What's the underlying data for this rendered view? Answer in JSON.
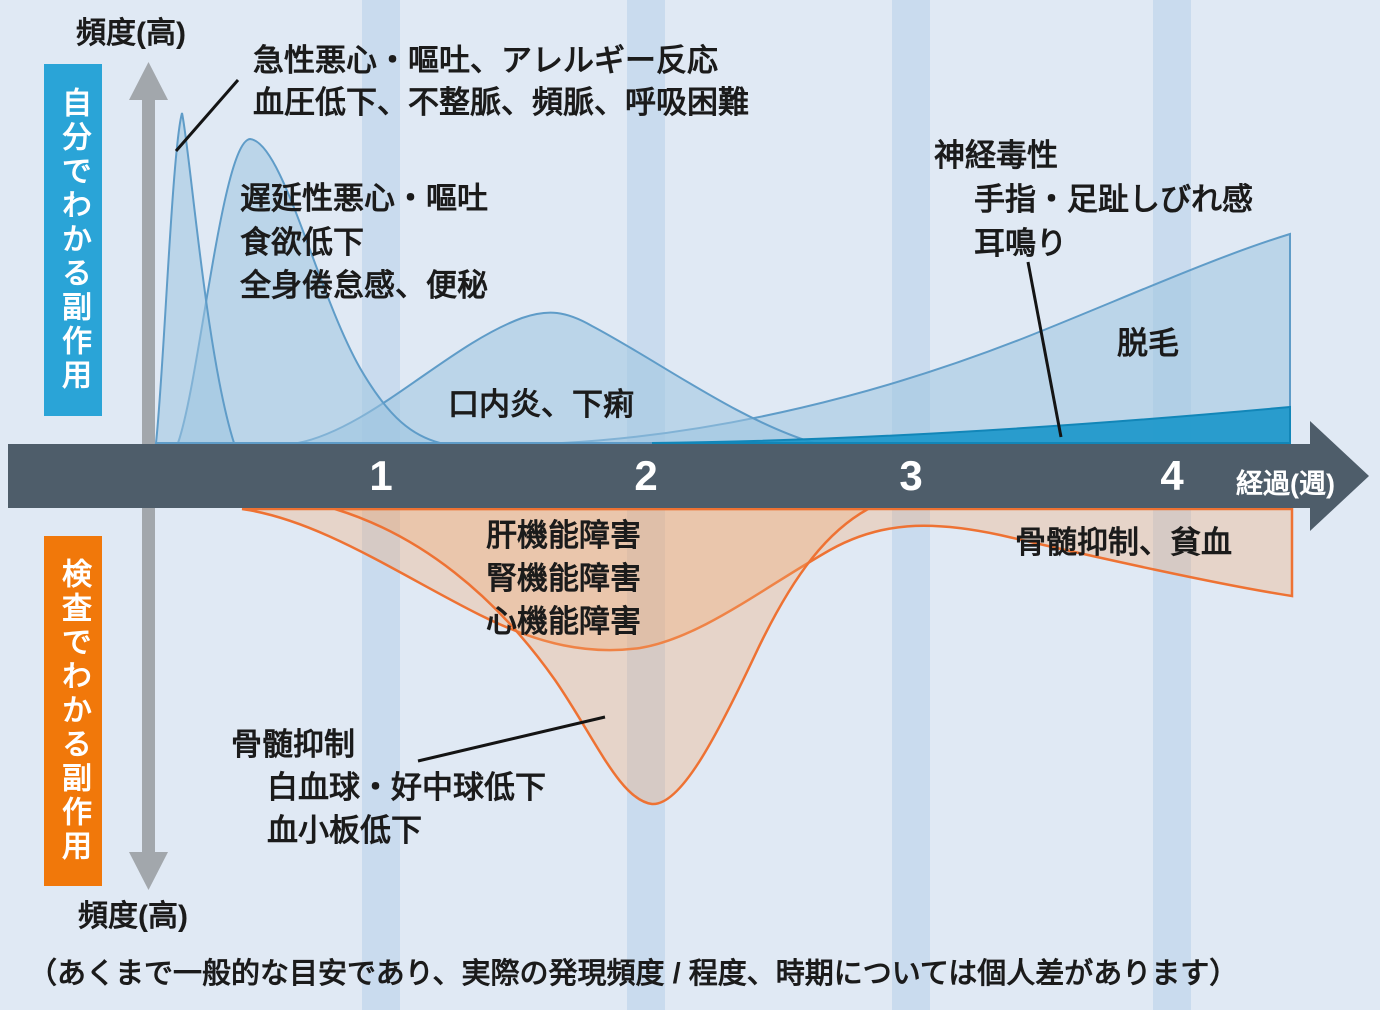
{
  "axis": {
    "ticks": [
      "1",
      "2",
      "3",
      "4"
    ],
    "x_label": "経過(週)",
    "freq_label_top": "頻度(高)",
    "freq_label_bottom": "頻度(高)"
  },
  "panels": {
    "self_label": "自分でわかる副作用",
    "test_label": "検査でわかる副作用"
  },
  "annotations": {
    "acute": {
      "line1": "急性悪心・嘔吐、アレルギー反応",
      "line2": "血圧低下、不整脈、頻脈、呼吸困難"
    },
    "delayed": {
      "line1": "遅延性悪心・嘔吐",
      "line2": "食欲低下",
      "line3": "全身倦怠感、便秘"
    },
    "stomatitis_diarrhea": "口内炎、下痢",
    "neurotoxicity": {
      "line1": "神経毒性",
      "line2": "手指・足趾しびれ感",
      "line3": "耳鳴り"
    },
    "hair_loss": "脱毛",
    "organ": {
      "line1": "肝機能障害",
      "line2": "腎機能障害",
      "line3": "心機能障害"
    },
    "marrow_anemia": "骨髄抑制、貧血",
    "marrow": {
      "line1": "骨髄抑制",
      "line2": "白血球・好中球低下",
      "line3": "血小板低下"
    }
  },
  "footer_note": "（あくまで一般的な目安であり、実際の発現頻度 / 程度、時期については個人差があります）",
  "colors": {
    "background": "#e0e9f4",
    "stripe": "#c9dbee",
    "axis_bar": "#4e5d6a",
    "self_box": "#2aa4d7",
    "test_box": "#f1780a",
    "curve_blue_stroke": "#5f9cc8",
    "curve_blue_fill": "#9cc4e0",
    "curve_teal": "#2199cb",
    "curve_orange_stroke": "#ee7233",
    "curve_orange_fill": "#f3a96f",
    "gray_arrow": "#a2a7ac"
  },
  "chart_data": {
    "type": "area",
    "xlabel": "経過(週)",
    "ylabel": "頻度(高)",
    "x_ticks": [
      1,
      2,
      3,
      4
    ],
    "x_range_weeks": [
      0,
      4.4
    ],
    "y_scale": "relative frequency 0-1 (axis unlabeled, conceptual)",
    "legend_position": "annotations-on-chart",
    "grid": false,
    "panels": [
      {
        "name": "自分でわかる副作用",
        "orientation": "above-axis",
        "series": [
          {
            "name": "急性悪心・嘔吐、アレルギー反応、血圧低下、不整脈、頻脈、呼吸困難",
            "x_weeks": [
              0.15,
              0.25,
              0.45
            ],
            "frequency": [
              0,
              1.0,
              0
            ]
          },
          {
            "name": "遅延性悪心・嘔吐、食欲低下、全身倦怠感、便秘",
            "x_weeks": [
              0.23,
              0.5,
              1.22
            ],
            "frequency": [
              0,
              0.92,
              0
            ]
          },
          {
            "name": "口内炎、下痢",
            "x_weeks": [
              0.69,
              1.6,
              2.63
            ],
            "frequency": [
              0,
              0.39,
              0
            ]
          },
          {
            "name": "脱毛",
            "x_weeks": [
              1.68,
              3.0,
              4.43
            ],
            "frequency": [
              0,
              0.35,
              0.63
            ]
          },
          {
            "name": "神経毒性（手指・足趾しびれ感、耳鳴り）",
            "x_weeks": [
              2.0,
              3.2,
              4.43
            ],
            "frequency": [
              0,
              0.05,
              0.11
            ]
          }
        ]
      },
      {
        "name": "検査でわかる副作用",
        "orientation": "below-axis",
        "series": [
          {
            "name": "肝機能障害・腎機能障害・心機能障害",
            "x_weeks": [
              0.48,
              1.9,
              2.7,
              3.3,
              4.43
            ],
            "frequency": [
              0,
              0.44,
              0.13,
              0.08,
              0.27
            ]
          },
          {
            "name": "骨髄抑制（白血球・好中球低下、血小板低下）",
            "x_weeks": [
              0.83,
              2.02,
              2.84
            ],
            "frequency": [
              0,
              0.9,
              0
            ]
          },
          {
            "name": "骨髄抑制、貧血",
            "x_weeks": [
              2.84,
              4.43
            ],
            "frequency": [
              0.1,
              0.27
            ]
          }
        ]
      }
    ]
  }
}
